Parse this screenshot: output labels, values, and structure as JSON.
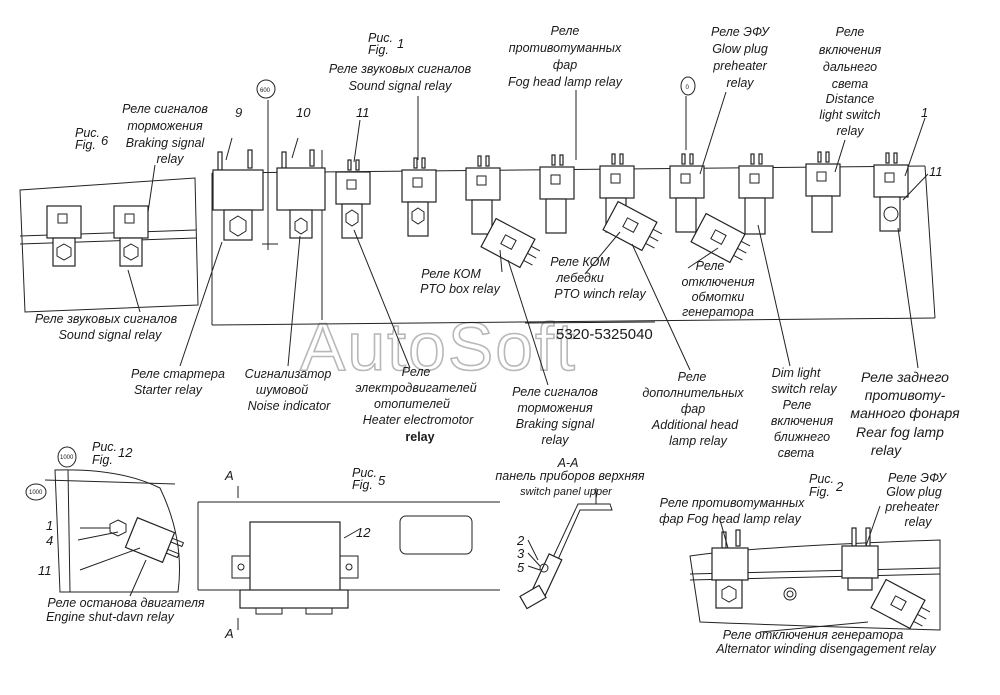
{
  "watermark": "AutoSoft",
  "part_number": "5320-5325040",
  "figures": {
    "fig1": {
      "ru": "Рис.",
      "en": "Fig.",
      "num": "1"
    },
    "fig6": {
      "ru": "Рис.",
      "en": "Fig.",
      "num": "6"
    },
    "fig12": {
      "ru": "Рис.",
      "en": "Fig.",
      "num": "12"
    },
    "fig5": {
      "ru": "Рис.",
      "en": "Fig.",
      "num": "5"
    },
    "fig2": {
      "ru": "Рис.",
      "en": "Fig.",
      "num": "2"
    }
  },
  "callouts": {
    "n600": "600",
    "n0": "0",
    "n1000a": "1000",
    "n1000b": "1000"
  },
  "position_numbers": {
    "p9": "9",
    "p10": "10",
    "p11a": "11",
    "p1a": "1",
    "p11b": "11",
    "p12a": "12",
    "p12b": "12",
    "p1b": "1",
    "p4": "4",
    "p11c": "11",
    "p2": "2",
    "p3": "3",
    "p5": "5",
    "sec_a1": "A",
    "sec_a2": "A"
  },
  "labels": {
    "braking_top": {
      "l1": "Реле сигналов",
      "l2": "торможения",
      "l3": "Braking signal",
      "l4": "relay"
    },
    "sound_top": {
      "l1": "Реле звуковых сигналов",
      "l2": "Sound signal relay"
    },
    "fog_top": {
      "l1": "Реле",
      "l2": "противотуманных",
      "l3": "фар",
      "l4": "Fog head lamp relay"
    },
    "efu_top": {
      "l1": "Реле ЭФУ",
      "l2": "Glow plug",
      "l3": "preheater",
      "l4": "relay"
    },
    "distance": {
      "l1": "Реле",
      "l2": "включения",
      "l3": "дальнего",
      "l4": "света",
      "l5": "Distance",
      "l6": "light switch",
      "l7": "relay"
    },
    "sound_left": {
      "l1": "Реле звуковых сигналов",
      "l2": "Sound signal relay"
    },
    "pto_box": {
      "l1": "Реле КОМ",
      "l2": "PTO box relay"
    },
    "pto_winch": {
      "l1": "Реле КОМ",
      "l2": "лебедки",
      "l3": "PTO winch relay"
    },
    "gen_off": {
      "l1": "Реле",
      "l2": "отключения",
      "l3": "обмотки",
      "l4": "генератора"
    },
    "starter": {
      "l1": "Реле стартера",
      "l2": "Starter relay"
    },
    "noise": {
      "l1": "Сигнализатор",
      "l2": "шумовой",
      "l3": "Noise indicator"
    },
    "heater": {
      "l1": "Реле",
      "l2": "электродвигателей",
      "l3": "отопителей",
      "l4": "Heater electromotor",
      "l5": "relay"
    },
    "braking_mid": {
      "l1": "Реле сигналов",
      "l2": "торможения",
      "l3": "Braking signal",
      "l4": "relay"
    },
    "additional": {
      "l1": "Реле",
      "l2": "дополнительных",
      "l3": "фар",
      "l4": "Additional head",
      "l5": "lamp relay"
    },
    "dim": {
      "l1": "Dim light",
      "l2": "switch relay",
      "l3": "Реле",
      "l4": "включения",
      "l5": "ближнего",
      "l6": "света"
    },
    "rear_fog": {
      "l1": "Реле заднего",
      "l2": "противоту-",
      "l3": "манного фонаря",
      "l4": "Rear fog lamp",
      "l5": "relay"
    },
    "engine_stop": {
      "l1": "Реле останова двигателя",
      "l2": "Engine shut-davn relay"
    },
    "section": {
      "l1": "А-А",
      "l2": "панель приборов верхняя",
      "l3": "switch panel upper"
    },
    "fog_fig2": {
      "l1": "Реле противотуманных",
      "l2": "фар Fog head lamp relay"
    },
    "efu_fig2": {
      "l1": "Реле ЭФУ",
      "l2": "Glow plug",
      "l3": "preheater",
      "l4": "relay"
    },
    "alt_fig2": {
      "l1": "Реле отключения генератора",
      "l2": "Alternator winding disengagement relay"
    }
  }
}
